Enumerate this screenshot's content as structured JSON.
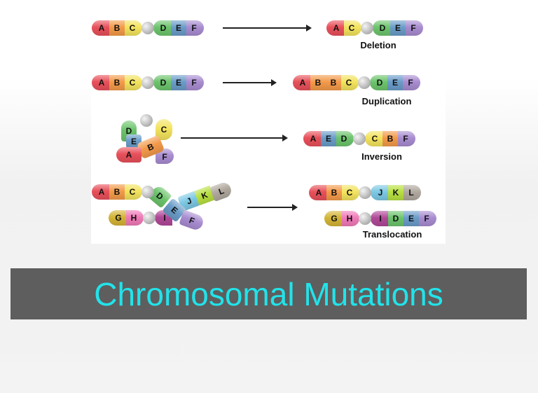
{
  "colors": {
    "A": "#e8505a",
    "B": "#f39a4a",
    "C": "#f3e35e",
    "D": "#6cc46c",
    "E": "#6a9cc8",
    "F": "#a88cd0",
    "G": "#d4b436",
    "H": "#f07ab8",
    "I": "#b04898",
    "J": "#7cc8e4",
    "K": "#b8e040",
    "L": "#b0a89e",
    "title": "#22e3ea",
    "banner": "#5e5e5e"
  },
  "rows": [
    {
      "label": "Deletion",
      "before": [
        "A",
        "B",
        "C",
        "o",
        "D",
        "E",
        "F"
      ],
      "after": [
        "A",
        "C",
        "o",
        "D",
        "E",
        "F"
      ]
    },
    {
      "label": "Duplication",
      "before": [
        "A",
        "B",
        "C",
        "o",
        "D",
        "E",
        "F"
      ],
      "after": [
        "A",
        "B",
        "B",
        "C",
        "o",
        "D",
        "E",
        "F"
      ]
    },
    {
      "label": "Inversion",
      "before": [
        "A",
        "B",
        "C",
        "o",
        "D",
        "E",
        "F"
      ],
      "after": [
        "A",
        "E",
        "D",
        "o",
        "C",
        "B",
        "F"
      ]
    },
    {
      "label": "Translocation",
      "before_top": [
        "A",
        "B",
        "C",
        "o",
        "D",
        "E",
        "F"
      ],
      "before_bottom": [
        "G",
        "H",
        "o",
        "I",
        "J",
        "K",
        "L"
      ],
      "after_top": [
        "A",
        "B",
        "C",
        "o",
        "J",
        "K",
        "L"
      ],
      "after_bottom": [
        "G",
        "H",
        "o",
        "I",
        "D",
        "E",
        "F"
      ]
    }
  ],
  "title": "Chromosomal Mutations"
}
